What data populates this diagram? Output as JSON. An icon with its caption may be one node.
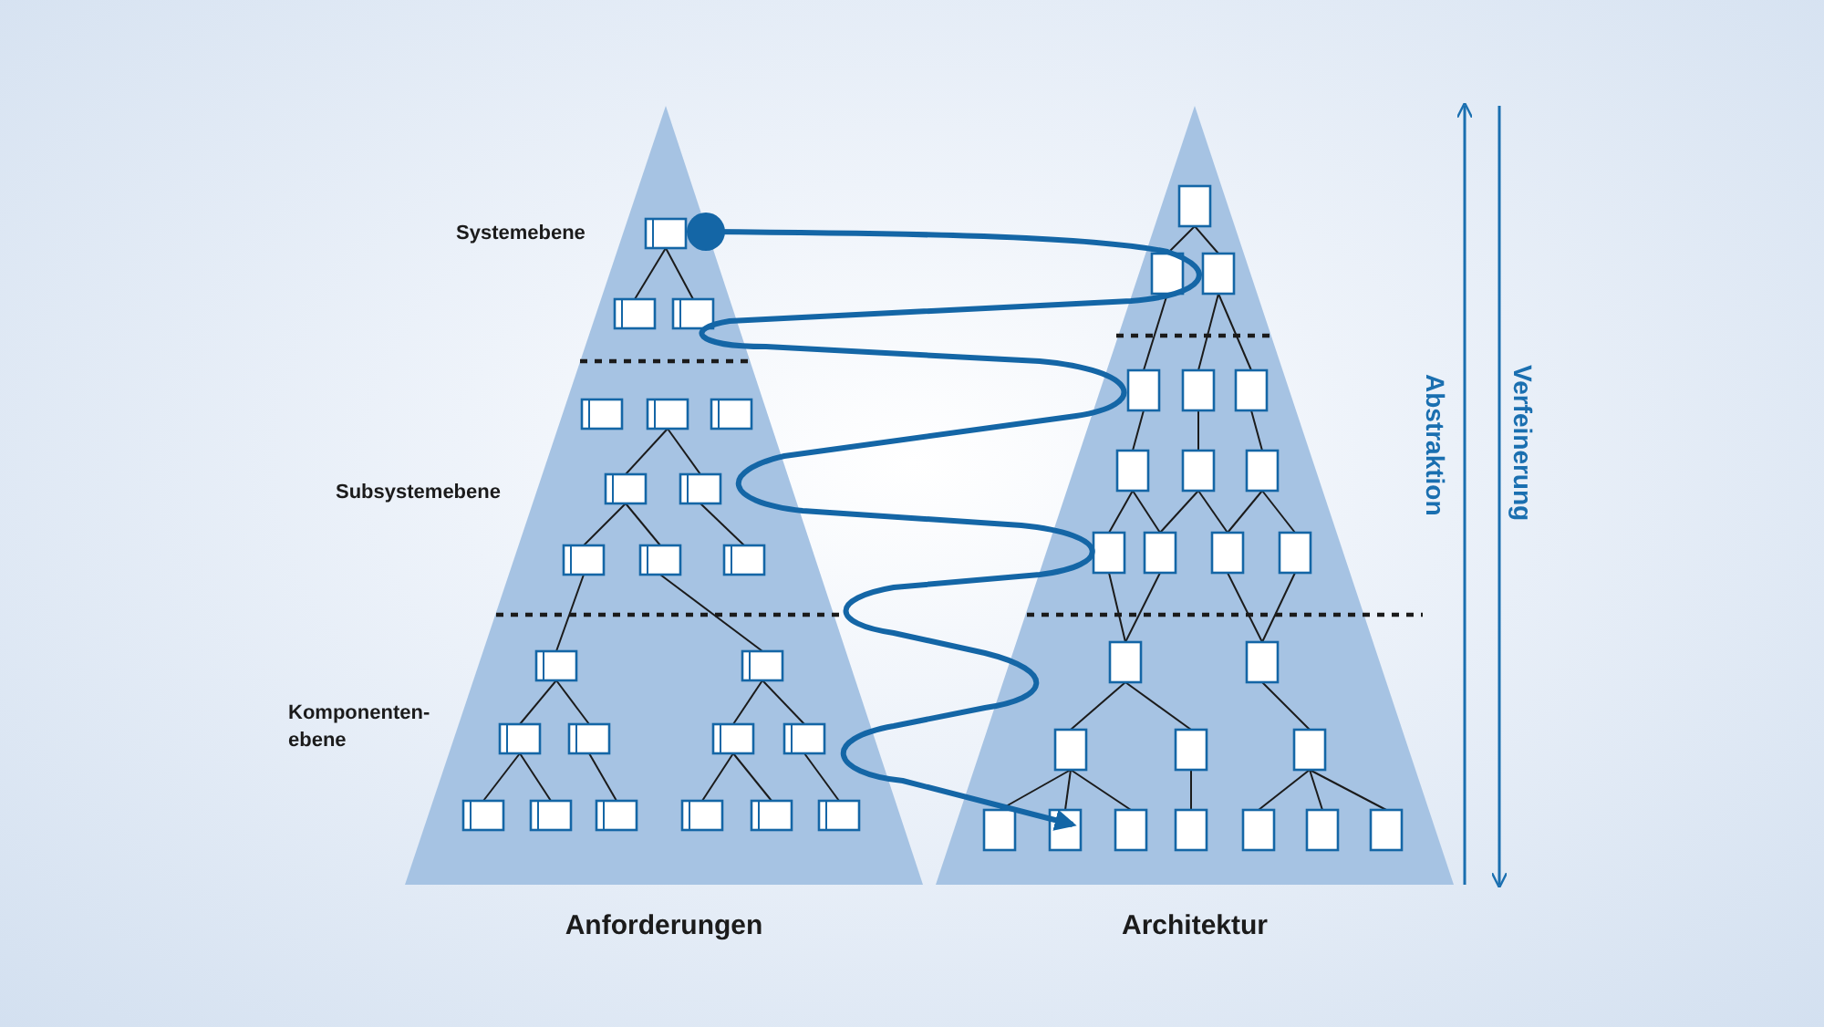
{
  "diagram": {
    "nodes": [
      {
        "text": [
          "Anforderungen"
        ]
      },
      {
        "text": [
          "Architektur"
        ]
      }
    ],
    "edges": [
      {
        "from": 0,
        "to": 1,
        "arrow": "to"
      }
    ],
    "labels": [
      "Systemebene",
      "Subsystemebene",
      "Komponenten- ebene",
      "Abstraktion",
      "Verfeinerung"
    ]
  }
}
